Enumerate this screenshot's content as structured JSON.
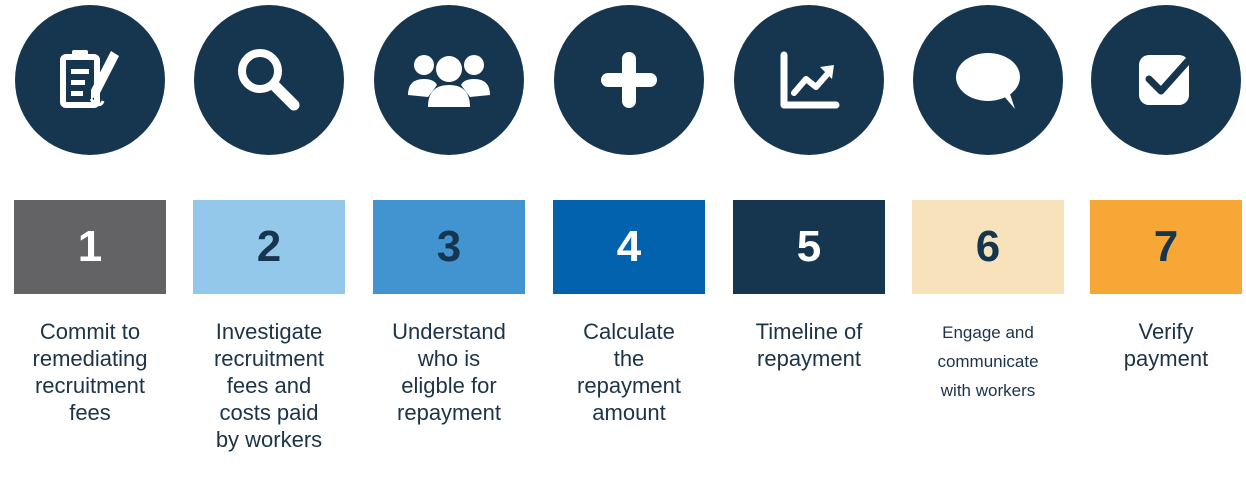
{
  "steps": [
    {
      "number": "1",
      "icon": "clipboard-pen-icon",
      "label": "Commit to\nremediating\nrecruitment\nfees",
      "box_color": "#636365",
      "num_color": "#ffffff"
    },
    {
      "number": "2",
      "icon": "magnifier-icon",
      "label": "Investigate\nrecruitment\nfees and\ncosts paid\nby workers",
      "box_color": "#94c8ea",
      "num_color": "#163650"
    },
    {
      "number": "3",
      "icon": "people-group-icon",
      "label": "Understand\nwho is\neligble for\nrepayment",
      "box_color": "#4294d0",
      "num_color": "#163650"
    },
    {
      "number": "4",
      "icon": "plus-icon",
      "label": "Calculate\nthe\nrepayment\namount",
      "box_color": "#0262ae",
      "num_color": "#ffffff"
    },
    {
      "number": "5",
      "icon": "chart-trend-icon",
      "label": "Timeline of\nrepayment",
      "box_color": "#163650",
      "num_color": "#ffffff"
    },
    {
      "number": "6",
      "icon": "speech-bubble-icon",
      "label": "Engage and\ncommunicate\nwith workers",
      "box_color": "#f8e2bc",
      "num_color": "#163650"
    },
    {
      "number": "7",
      "icon": "checkbox-icon",
      "label": "Verify\npayment",
      "box_color": "#f7a735",
      "num_color": "#163650"
    }
  ]
}
